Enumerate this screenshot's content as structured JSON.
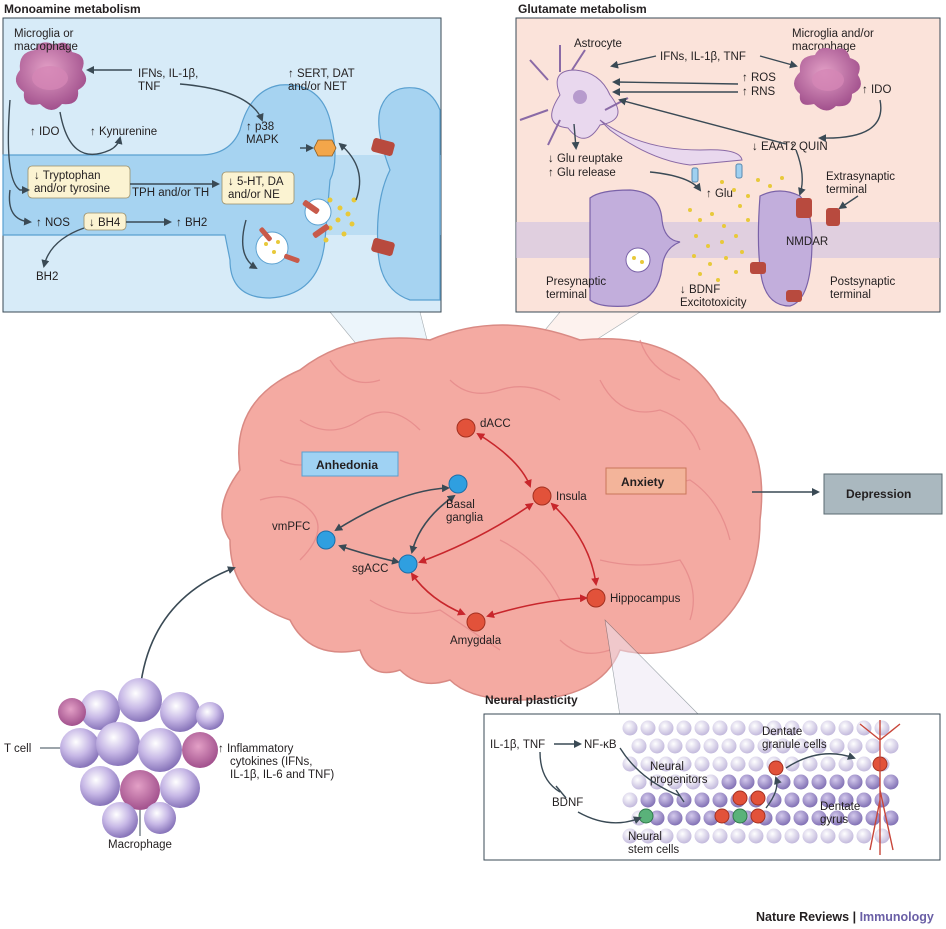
{
  "panels": {
    "monoamine": {
      "title": "Monoamine metabolism",
      "microglia": [
        "Microglia or",
        "macrophage"
      ],
      "cytokines": [
        "IFNs, IL-1β,",
        "TNF"
      ],
      "ido": "↑ IDO",
      "kynurenine": "↑ Kynurenine",
      "tryptophan": [
        "↓ Tryptophan",
        "and/or tyrosine"
      ],
      "tph": "TPH and/or TH",
      "monoamines": [
        "↓ 5-HT, DA",
        "and/or NE"
      ],
      "nos": "↑ NOS",
      "bh4": "↓ BH4",
      "bh2_up": "↑ BH2",
      "bh2": "BH2",
      "p38": [
        "↑ p38",
        "MAPK"
      ],
      "transporters": [
        "↑ SERT, DAT",
        "and/or NET"
      ]
    },
    "glutamate": {
      "title": "Glutamate metabolism",
      "astrocyte": "Astrocyte",
      "cytokines": "IFNs, IL-1β, TNF",
      "microglia": [
        "Microglia and/or",
        "macrophage"
      ],
      "ros": "↑ ROS",
      "rns": "↑ RNS",
      "ido": "↑ IDO",
      "reuptake": [
        "↓ Glu reuptake",
        "↑ Glu release"
      ],
      "eaat2": "↓ EAAT2",
      "quin": "↑ QUIN",
      "glu": "↑ Glu",
      "extrasynaptic": [
        "Extrasynaptic",
        "terminal"
      ],
      "nmdar": "NMDAR",
      "presynaptic": [
        "Presynaptic",
        "terminal"
      ],
      "bdnf": "↓ BDNF",
      "excitotoxicity": "Excitotoxicity",
      "postsynaptic": [
        "Postsynaptic",
        "terminal"
      ]
    },
    "plasticity": {
      "title": "Neural plasticity",
      "il1b_tnf": "IL-1β, TNF",
      "nfkb": "NF-κB",
      "bdnf": "BDNF",
      "dentate_granule": [
        "Dentate",
        "granule cells"
      ],
      "neural_progenitors": [
        "Neural",
        "progenitors"
      ],
      "dentate_gyrus": [
        "Dentate",
        "gyrus"
      ],
      "neural_stem": [
        "Neural",
        "stem cells"
      ]
    }
  },
  "brain": {
    "regions": {
      "dacc": "dACC",
      "basal": [
        "Basal",
        "ganglia"
      ],
      "insula": "Insula",
      "vmpfc": "vmPFC",
      "sgacc": "sgACC",
      "hippocampus": "Hippocampus",
      "amygdala": "Amygdala"
    },
    "anhedonia": "Anhedonia",
    "anxiety": "Anxiety",
    "depression": "Depression"
  },
  "immune": {
    "tcell": "T cell",
    "macrophage": "Macrophage",
    "cytokines": [
      "↑ Inflammatory",
      "cytokines (IFNs,",
      "IL-1β, IL-6 and TNF)"
    ]
  },
  "brand": {
    "journal": "Nature Reviews",
    "separator": " | ",
    "section": "Immunology"
  },
  "colors": {
    "panel_fill": "#d7ebf8",
    "glutamate_fill": "#fbe3da",
    "brain": "#f4aaa2",
    "blue_node": "#2f9fe0",
    "red_node": "#e2523a",
    "red_arrow": "#c8262c",
    "dark_arrow": "#3a4a55"
  }
}
